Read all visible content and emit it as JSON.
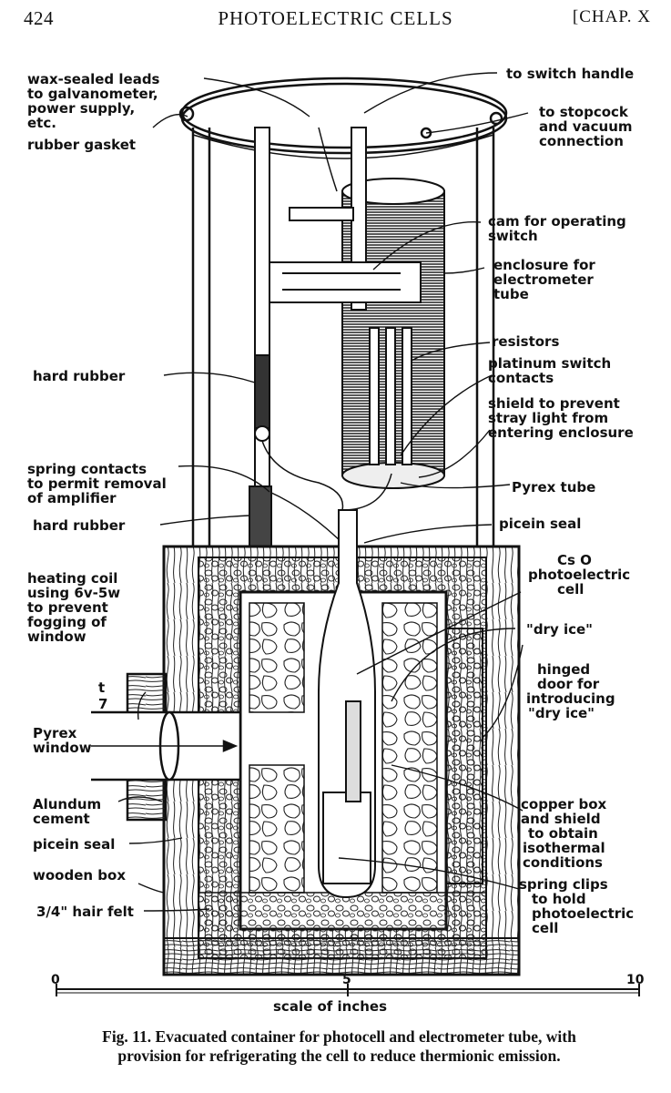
{
  "header": {
    "page_number": "424",
    "title": "PHOTOELECTRIC CELLS",
    "chapter": "[CHAP. X"
  },
  "labels": {
    "wax_leads": [
      "wax-sealed leads",
      "to galvanometer,",
      "power supply,",
      "etc."
    ],
    "rubber_gasket": [
      "rubber gasket"
    ],
    "switch_handle": [
      "to switch handle"
    ],
    "stopcock": [
      "to stopcock",
      "and vacuum",
      "connection"
    ],
    "cam": [
      "cam for operating",
      "switch"
    ],
    "enclosure": [
      "enclosure for",
      "electrometer",
      "tube"
    ],
    "resistors": [
      "resistors"
    ],
    "platinum": [
      "platinum switch",
      "contacts"
    ],
    "shield": [
      "shield to prevent",
      "stray light from",
      "entering enclosure"
    ],
    "hard_rubber_1": [
      "hard rubber"
    ],
    "spring_contacts": [
      "spring contacts",
      "to permit removal",
      "of amplifier"
    ],
    "pyrex_tube": [
      "Pyrex tube"
    ],
    "hard_rubber_2": [
      "hard rubber"
    ],
    "picein_seal_1": [
      "picein seal"
    ],
    "cs_cell": [
      "Cs O",
      "photoelectric",
      "cell"
    ],
    "heating_coil": [
      "heating coil",
      "using 6v-5w",
      "to prevent",
      "fogging of",
      "window"
    ],
    "dry_ice": [
      "\"dry ice\""
    ],
    "hinged_door": [
      "hinged",
      "door for",
      "introducing",
      "\"dry ice\""
    ],
    "pyrex_window": [
      "Pyrex",
      "window"
    ],
    "alundum": [
      "Alundum",
      "cement"
    ],
    "copper_box": [
      "copper box",
      "and shield",
      "to obtain",
      "isothermal",
      "conditions"
    ],
    "picein_seal_2": [
      "picein seal"
    ],
    "wooden_box": [
      "wooden box"
    ],
    "spring_clips": [
      "spring clips",
      "to hold",
      "photoelectric",
      "cell"
    ],
    "hair_felt": [
      "3/4\" hair felt"
    ],
    "terminals": [
      "t",
      "7"
    ]
  },
  "scale": {
    "ticks": [
      "0",
      "5",
      "10"
    ],
    "label": "scale of inches"
  },
  "caption": {
    "line1": "Fig. 11.  Evacuated container for photocell and electrometer tube, with",
    "line2": "provision for refrigerating the cell to reduce thermionic emission."
  }
}
